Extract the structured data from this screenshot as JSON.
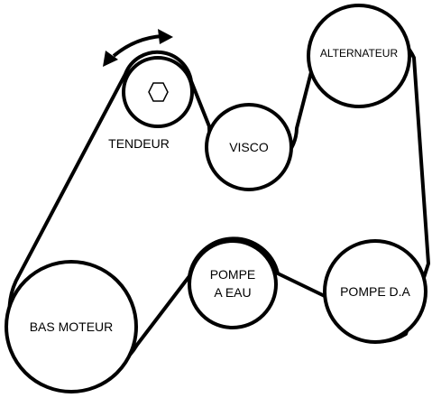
{
  "pulleys": {
    "tendeur": "TENDEUR",
    "visco": "VISCO",
    "alternateur": "ALTERNATEUR",
    "pompe_eau_line1": "POMPE",
    "pompe_eau_line2": "A EAU",
    "pompe_da": "POMPE D.A",
    "bas_moteur": "BAS MOTEUR"
  },
  "icons": {
    "adjust_arrow": "double-headed-curved-arrow",
    "tensioner_bolt": "hexagon"
  },
  "colors": {
    "stroke": "#000000",
    "background": "#ffffff"
  }
}
